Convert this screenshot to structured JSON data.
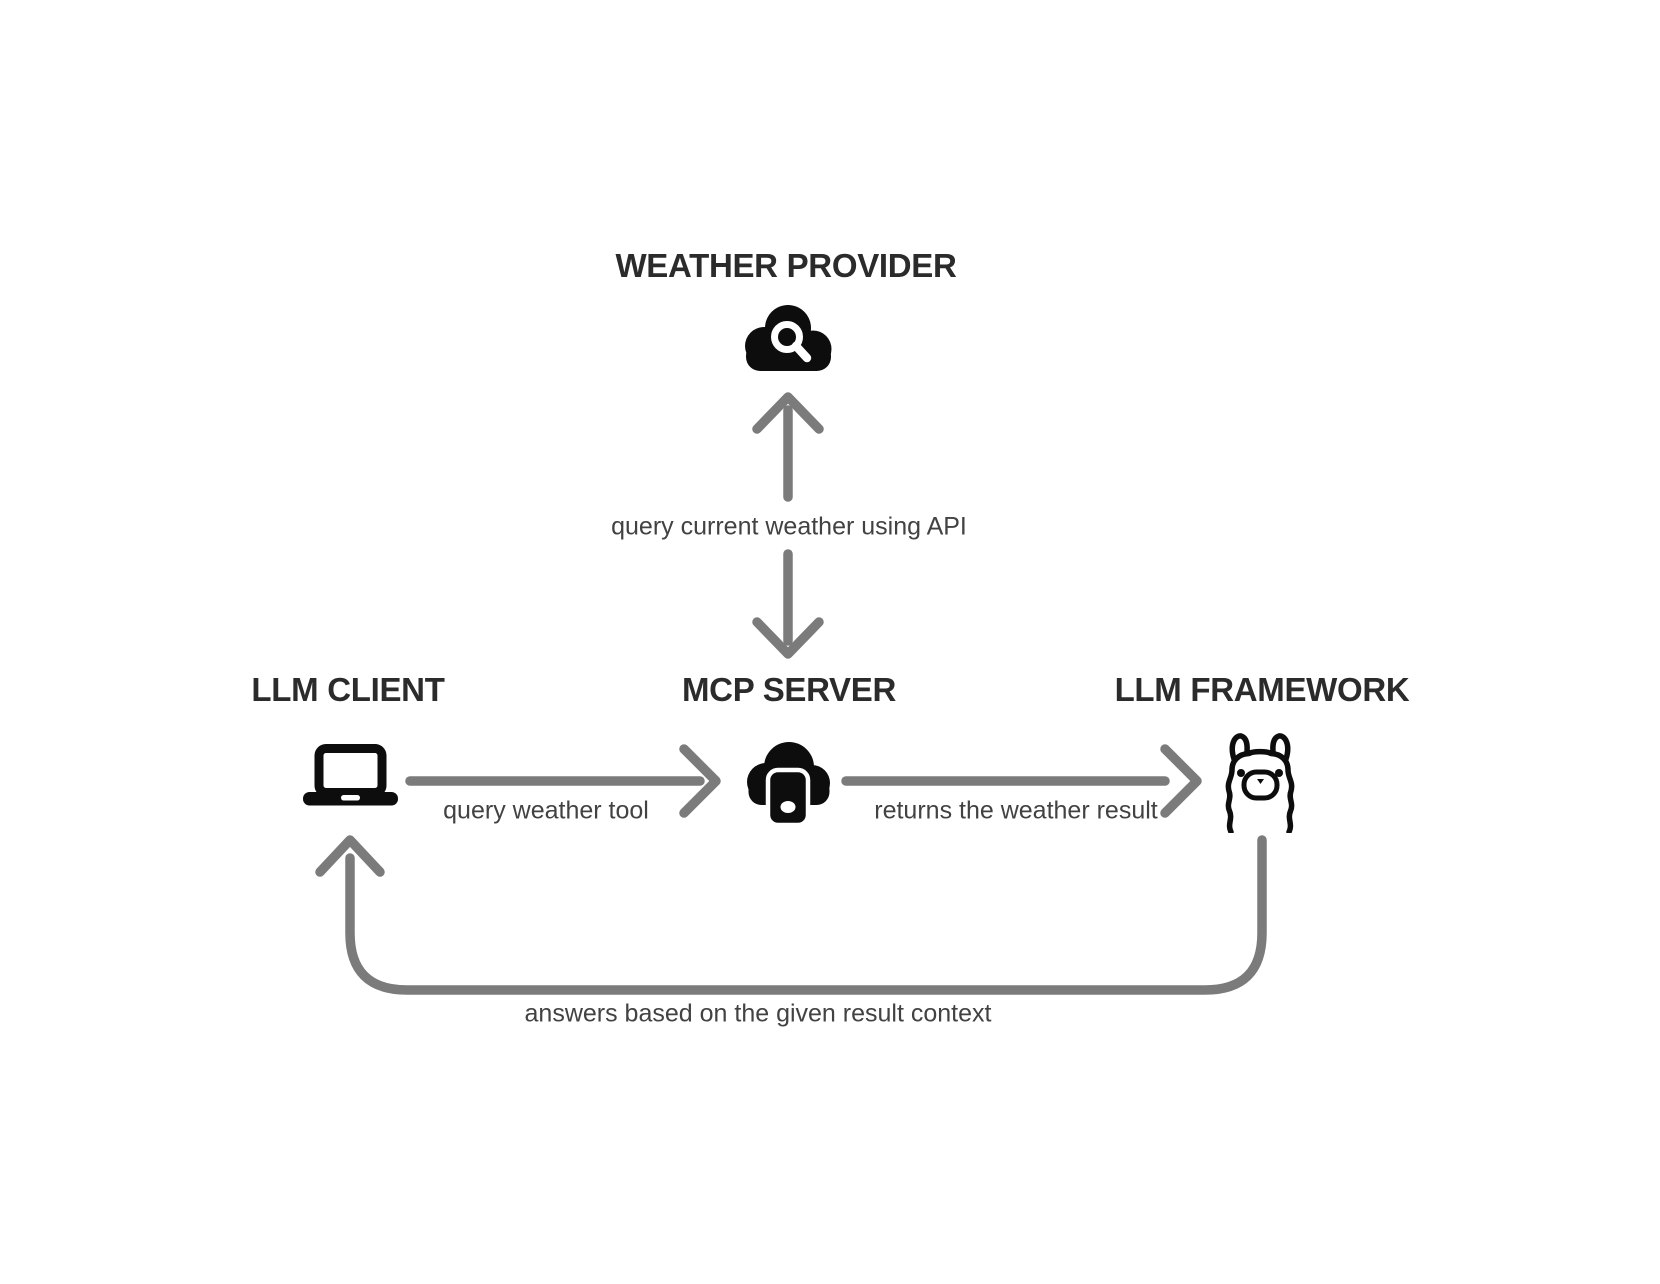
{
  "colors": {
    "background": "#ffffff",
    "arrow_gray": "#7b7b7b",
    "heading_text": "#2b2b2b",
    "label_text": "#424242",
    "icon_black": "#0d0d0d"
  },
  "nodes": {
    "weather_provider": {
      "label": "WEATHER PROVIDER",
      "icon": "cloud-search-icon"
    },
    "llm_client": {
      "label": "LLM CLIENT",
      "icon": "laptop-icon"
    },
    "mcp_server": {
      "label": "MCP SERVER",
      "icon": "cloud-mobile-icon"
    },
    "llm_framework": {
      "label": "LLM FRAMEWORK",
      "icon": "llama-icon"
    }
  },
  "edges": {
    "mcp_to_weather": {
      "label": "query current weather using API",
      "direction": "bidirectional-vertical"
    },
    "client_to_mcp": {
      "label": "query weather tool",
      "direction": "left-to-right"
    },
    "mcp_to_framework": {
      "label": "returns the weather result",
      "direction": "left-to-right"
    },
    "framework_to_client": {
      "label": "answers based on the given result context",
      "direction": "bottom-loop-right-to-left"
    }
  }
}
